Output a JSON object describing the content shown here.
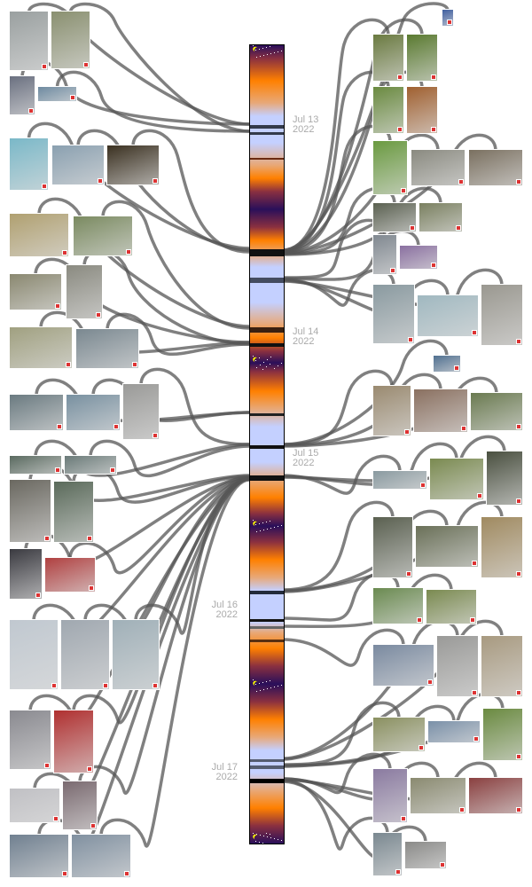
{
  "timeline": {
    "dates": [
      {
        "day": "Jul 13",
        "year": "2022"
      },
      {
        "day": "Jul 14",
        "year": "2022"
      },
      {
        "day": "Jul 15",
        "year": "2022"
      },
      {
        "day": "Jul 16",
        "year": "2022"
      },
      {
        "day": "Jul 17",
        "year": "2022"
      }
    ],
    "colors": {
      "night": "#2a0f5a",
      "dusk": "#8a3040",
      "sun": "#ff8000",
      "haze": "#e8a878",
      "day": "#c4d0ff",
      "link": "#555555"
    }
  },
  "photos": {
    "left_colors": [
      "#9aa0a0",
      "#8a9070",
      "#6a7080",
      "#6e8aa0",
      "#7ab8c8",
      "#8aa0b0",
      "#3a3020",
      "#b0a070",
      "#7a8a60",
      "#8a8870",
      "#8a8a80",
      "#a0a080",
      "#7a8890",
      "#6a7a80",
      "#7890a0",
      "#9a9a98",
      "#5a6a60",
      "#6a7a78",
      "#6a6860",
      "#5a6a5a",
      "#3a3a40",
      "#b04040",
      "#c0c8d0",
      "#a0a8b0",
      "#a0b0b8",
      "#8a8a90",
      "#b03030",
      "#c0c0c4",
      "#7a6a70",
      "#708090",
      "#8090a0"
    ],
    "right_colors": [
      "#4060a0",
      "#6a7a40",
      "#5a7a30",
      "#6a8a40",
      "#a06030",
      "#6a9a40",
      "#8a8a80",
      "#7a7060",
      "#5a6050",
      "#7a8060",
      "#808890",
      "#8a70a0",
      "#8a9aa0",
      "#a0b8c0",
      "#9a9890",
      "#507090",
      "#9a8a70",
      "#8a7060",
      "#6a7a50",
      "#8a9aa0",
      "#7a8a50",
      "#4a5040",
      "#5a6050",
      "#6a7058",
      "#a08a60",
      "#6a8a50",
      "#7a8a50",
      "#7a8aa0",
      "#9a9a98",
      "#a89a80",
      "#8a9060",
      "#7a90a8",
      "#6a8a40",
      "#8a7aa0",
      "#8a8a70",
      "#8a4040",
      "#7a8890",
      "#8a8a88"
    ]
  }
}
